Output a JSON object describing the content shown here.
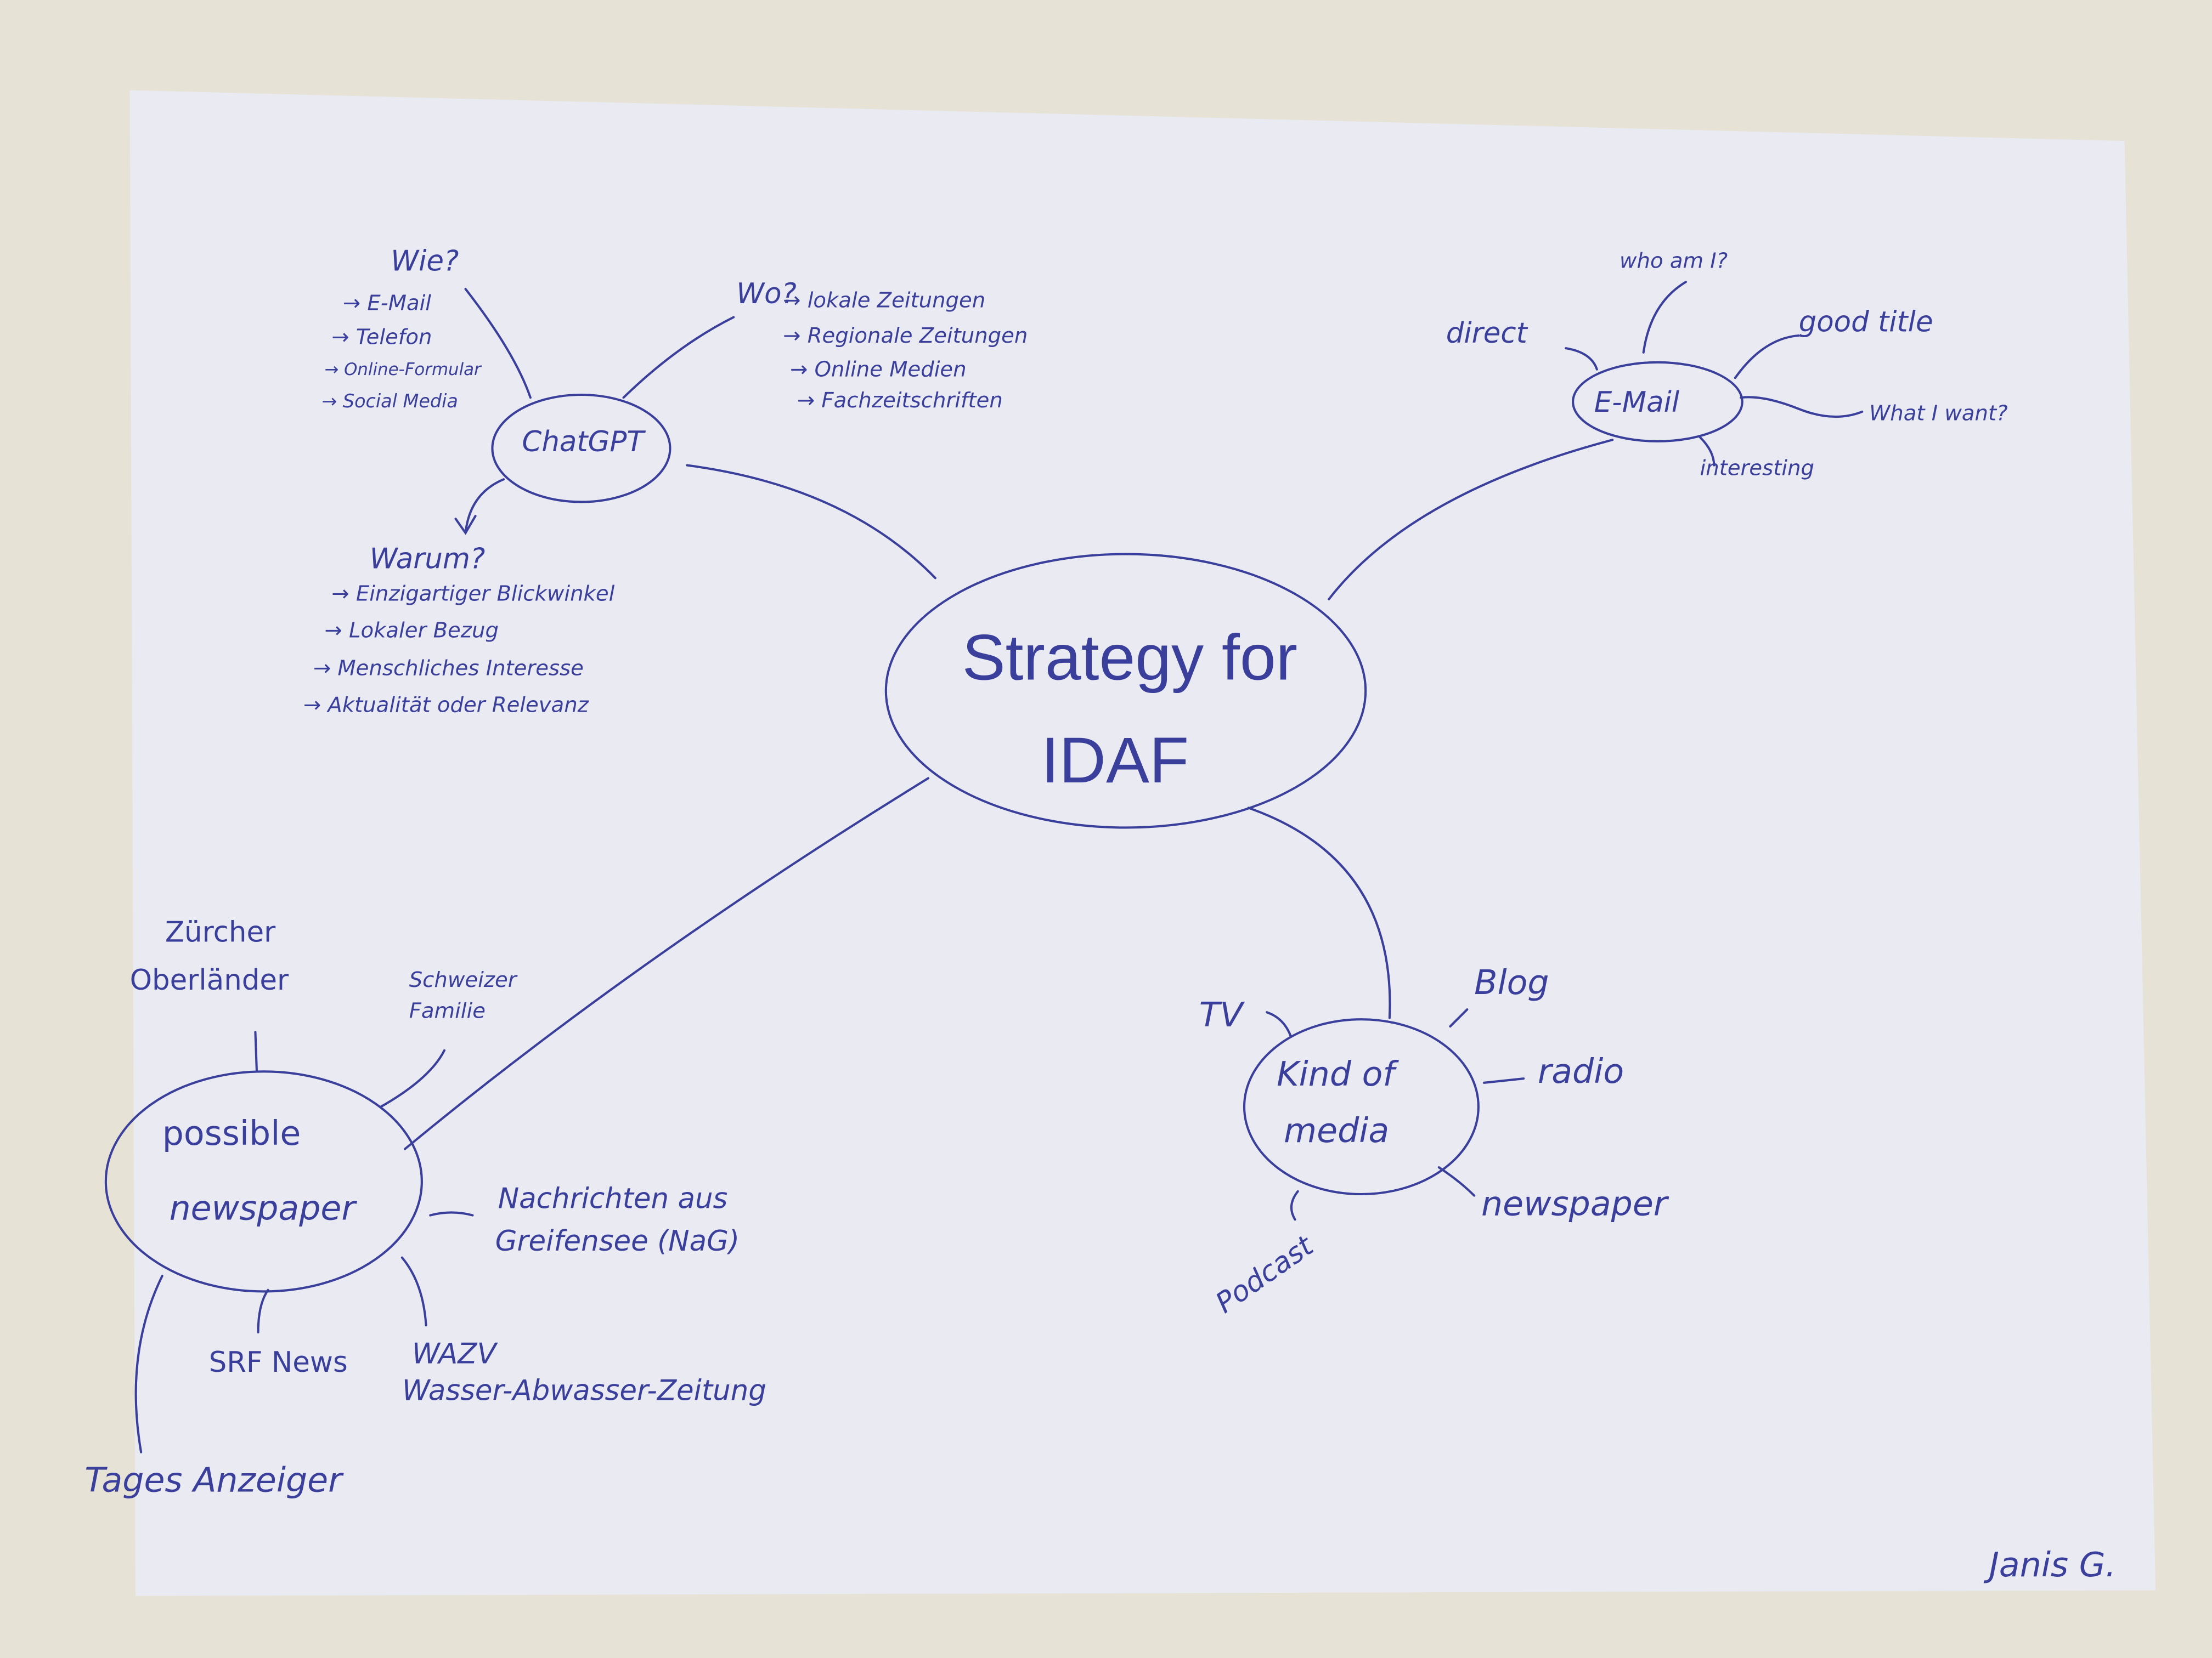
{
  "colors": {
    "ink": "#3b3f9c",
    "paper": "#e9eaf2",
    "desk": "#e6e2d6"
  },
  "center": {
    "line1": "Strategy for",
    "line2": "IDAF"
  },
  "chatgpt": {
    "label": "ChatGPT",
    "wie": {
      "title": "Wie?",
      "items": [
        "→ E-Mail",
        "→ Telefon",
        "→ Online-Formular",
        "→ Social Media"
      ]
    },
    "wo": {
      "title": "Wo?",
      "items": [
        "→ lokale Zeitungen",
        "→ Regionale Zeitungen",
        "→ Online Medien",
        "→ Fachzeitschriften"
      ]
    },
    "warum": {
      "title": "Warum?",
      "items": [
        "→ Einzigartiger Blickwinkel",
        "→ Lokaler Bezug",
        "→ Menschliches Interesse",
        "→ Aktualität oder Relevanz"
      ]
    }
  },
  "email": {
    "label": "E-Mail",
    "leaves": {
      "who": "who am I?",
      "direct": "direct",
      "title": "good title",
      "want": "What I want?",
      "interesting": "interesting"
    }
  },
  "media": {
    "line1": "Kind of",
    "line2": "media",
    "leaves": {
      "tv": "TV",
      "blog": "Blog",
      "radio": "radio",
      "newspaper": "newspaper",
      "podcast": "Podcast"
    }
  },
  "newspapers": {
    "line1": "possible",
    "line2": "newspaper",
    "leaves": {
      "zo1": "Zürcher",
      "zo2": "Oberländer",
      "sf1": "Schweizer",
      "sf2": "Familie",
      "nag1": "Nachrichten aus",
      "nag2": "Greifensee (NaG)",
      "wazv1": "WAZV",
      "wazv2": "Wasser-Abwasser-Zeitung",
      "srf": "SRF News",
      "ta": "Tages Anzeiger"
    }
  },
  "signature": "Janis G."
}
